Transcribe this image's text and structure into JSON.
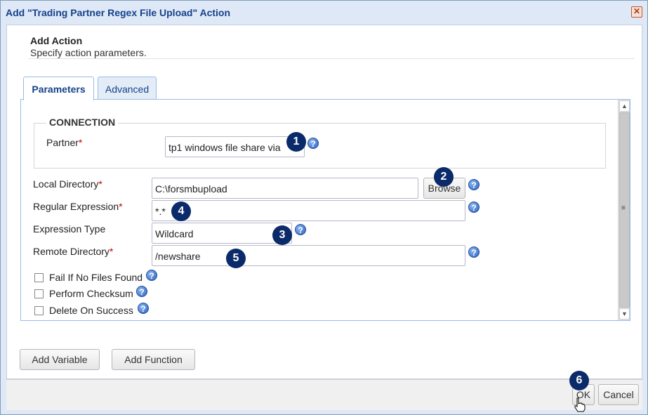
{
  "dialog": {
    "title": "Add \"Trading Partner Regex File Upload\" Action",
    "close_glyph": "✕"
  },
  "header": {
    "title": "Add Action",
    "subtitle": "Specify action parameters."
  },
  "tabs": [
    {
      "label": "Parameters",
      "active": true
    },
    {
      "label": "Advanced",
      "active": false
    }
  ],
  "connection": {
    "legend": "CONNECTION",
    "partner_label": "Partner",
    "partner_value": "tp1 windows file share via"
  },
  "fields": {
    "local_directory_label": "Local Directory",
    "local_directory_value": "C:\\forsmbupload",
    "browse_label": "Browse",
    "regex_label": "Regular Expression",
    "regex_value": "*.*",
    "expression_type_label": "Expression Type",
    "expression_type_value": "Wildcard",
    "remote_directory_label": "Remote Directory",
    "remote_directory_value": "/newshare"
  },
  "required_marker": "*",
  "help_glyph": "?",
  "checkboxes": [
    {
      "label": "Fail If No Files Found",
      "checked": false
    },
    {
      "label": "Perform Checksum",
      "checked": false
    },
    {
      "label": "Delete On Success",
      "checked": false
    }
  ],
  "buttons": {
    "add_variable": "Add Variable",
    "add_function": "Add Function",
    "ok": "OK",
    "cancel": "Cancel"
  },
  "badges": [
    "1",
    "2",
    "3",
    "4",
    "5",
    "6"
  ],
  "scrollbar": {
    "up": "▲",
    "down": "▼",
    "grip": "≡"
  },
  "icons": {
    "close": "close-icon",
    "help": "help-icon",
    "cursor": "hand-cursor-icon"
  },
  "colors": {
    "accent": "#15428b",
    "badge": "#0b2a6a",
    "required": "#cc0000"
  }
}
